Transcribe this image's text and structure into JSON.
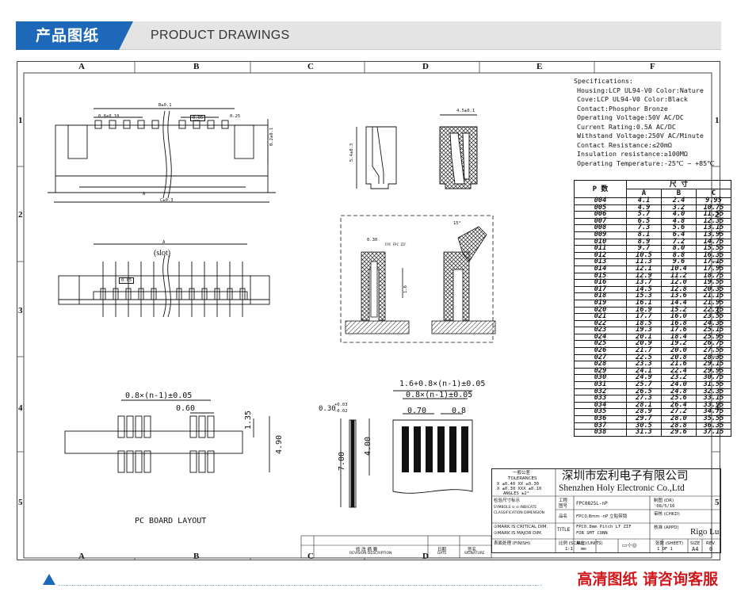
{
  "header": {
    "title": "产品图纸",
    "subtitle": "PRODUCT DRAWINGS"
  },
  "zones": {
    "columns": [
      "A",
      "B",
      "C",
      "D",
      "E",
      "F"
    ],
    "rows": [
      "1",
      "2",
      "3",
      "4",
      "5"
    ]
  },
  "dimensions": {
    "b_tol": "B±0.1",
    "pitch_a": "0.8±0.10",
    "c_tol": "C±0.3",
    "d_tol": "0.25",
    "height_a": "0.2±0.1",
    "width_45": "4.5±0.1",
    "side_54": "5.4±0.3",
    "a_label": "A",
    "a_label2": "A",
    "a_arrow": "A",
    "slot": "(slot)",
    "box_a": "0.05",
    "box_b": "0.05",
    "angle_15": "15°",
    "gap_030": "0.30",
    "fpc_note": "FPC  FPC  ZIF",
    "dim_16": "1.6",
    "layout_pitch": "0.8×(n-1)±0.05",
    "layout_060": "0.60",
    "layout_135": "1.35",
    "layout_490": "4.90",
    "pcb_label": "PC BOARD LAYOUT",
    "fpc_thick": "0.30",
    "fpc_tol_up": "+0.03",
    "fpc_tol_dn": "-0.02",
    "fpc_700": "7.00",
    "fpc_400": "4.00",
    "fpc_total": "1.6+0.8×(n-1)±0.05",
    "fpc_pitch": "0.8×(n-1)±0.05",
    "fpc_070": "0.70",
    "fpc_08": "0.8"
  },
  "specifications": {
    "title": "Specifications:",
    "lines": [
      "Housing:LCP UL94-V0 Color:Nature",
      "Cove:LCP UL94-V0 Color:Black",
      "Contact:Phosphor Bronze",
      "Operating Voltage:50V AC/DC",
      "Current Rating:0.5A AC/DC",
      "Withstand Voltage:250V AC/Minute",
      "Contact Resistance:≤20mΩ",
      "Insulation resistance:≥100MΩ",
      "Operating Temperature:-25℃ ~ +85℃"
    ]
  },
  "size_table": {
    "group_header": "尺        寸",
    "p_header": "P 数",
    "col_a": "A",
    "col_b": "B",
    "col_c": "C",
    "rows": [
      [
        "004",
        "4.1",
        "2.4",
        "9.95"
      ],
      [
        "005",
        "4.9",
        "3.2",
        "10.75"
      ],
      [
        "006",
        "5.7",
        "4.0",
        "11.55"
      ],
      [
        "007",
        "6.5",
        "4.8",
        "12.35"
      ],
      [
        "008",
        "7.3",
        "5.6",
        "13.15"
      ],
      [
        "009",
        "8.1",
        "6.4",
        "13.95"
      ],
      [
        "010",
        "8.9",
        "7.2",
        "14.75"
      ],
      [
        "011",
        "9.7",
        "8.0",
        "15.55"
      ],
      [
        "012",
        "10.5",
        "8.8",
        "16.35"
      ],
      [
        "013",
        "11.3",
        "9.6",
        "17.15"
      ],
      [
        "014",
        "12.1",
        "10.4",
        "17.95"
      ],
      [
        "015",
        "12.9",
        "11.2",
        "18.75"
      ],
      [
        "016",
        "13.7",
        "12.0",
        "19.55"
      ],
      [
        "017",
        "14.5",
        "12.8",
        "20.35"
      ],
      [
        "018",
        "15.3",
        "13.6",
        "21.15"
      ],
      [
        "019",
        "16.1",
        "14.4",
        "21.95"
      ],
      [
        "020",
        "16.9",
        "15.2",
        "22.75"
      ],
      [
        "021",
        "17.7",
        "16.0",
        "23.55"
      ],
      [
        "022",
        "18.5",
        "16.8",
        "24.35"
      ],
      [
        "023",
        "19.3",
        "17.6",
        "25.15"
      ],
      [
        "024",
        "20.1",
        "18.4",
        "25.95"
      ],
      [
        "025",
        "20.9",
        "19.2",
        "26.75"
      ],
      [
        "026",
        "21.7",
        "20.0",
        "27.55"
      ],
      [
        "027",
        "22.5",
        "20.8",
        "28.35"
      ],
      [
        "028",
        "23.3",
        "21.6",
        "29.15"
      ],
      [
        "029",
        "24.1",
        "22.4",
        "29.95"
      ],
      [
        "030",
        "24.9",
        "23.2",
        "30.75"
      ],
      [
        "031",
        "25.7",
        "24.0",
        "31.55"
      ],
      [
        "032",
        "26.5",
        "24.8",
        "32.35"
      ],
      [
        "033",
        "27.3",
        "25.6",
        "33.15"
      ],
      [
        "034",
        "28.1",
        "26.4",
        "33.95"
      ],
      [
        "035",
        "28.9",
        "27.2",
        "34.75"
      ],
      [
        "036",
        "29.7",
        "28.0",
        "35.55"
      ],
      [
        "037",
        "30.5",
        "28.8",
        "36.35"
      ],
      [
        "038",
        "31.3",
        "29.6",
        "37.15"
      ]
    ]
  },
  "title_block": {
    "tol_cn": "一般公差",
    "tol_en": "TOLERANCES",
    "tol_1": "X  ±0.40   XX  ±0.30",
    "tol_2": "X  ±0.30   XXX  ±0.10",
    "tol_3": "ANGLES      ±2°",
    "company_cn": "深圳市宏利电子有限公司",
    "company_en": "Shenzhen Holy Electronic Co.,Ltd",
    "check_cn": "检验尺寸标示",
    "symbols": "SYMBOLS ⊙ ⊙ INDICATE",
    "classification": "CLASSIFICATION DIMENSION",
    "mark_critical": "⊙MARK IS CRITICAL DIM.",
    "mark_major": "⊙MARK IS MAJOR DIM.",
    "finish_label": "表面处理 (FINISH)",
    "project_label": "工程",
    "drawing_no_label": "图号",
    "drawing_no": "FPC0825L-nP",
    "name_label": "品名",
    "name": "FPC0.8mm -nP 立贴带锁",
    "title_label": "TITLE",
    "title_1": "FPC0.8mm Pitch LT ZIF",
    "title_2": "FOR SMT  CONN",
    "drawn_label": "制图 (DR)",
    "drawn_date": "'08/5/16",
    "checked_label": "审核 (CHKD)",
    "approved_label": "核准 (APPD)",
    "approver": "Rigo Lu",
    "scale_label": "比例 (SCALE)",
    "scale": "1:1",
    "units_label": "单位 (UNITS)",
    "units": "mm",
    "sheet_label": "张数 (SHEET)",
    "sheet": "1 OF 1",
    "size_label": "SIZE",
    "size": "A4",
    "rev_label": "REV",
    "rev": "0"
  },
  "revision_block": {
    "change_label": "修 改 摘 要",
    "change_en": "REVISION DESCRIPTION",
    "date_label": "日期",
    "date_en": "DATE",
    "sign_label": "签名",
    "sign_en": "SIGNATURE"
  },
  "footer": {
    "note": "高清图纸 请咨询客服"
  }
}
